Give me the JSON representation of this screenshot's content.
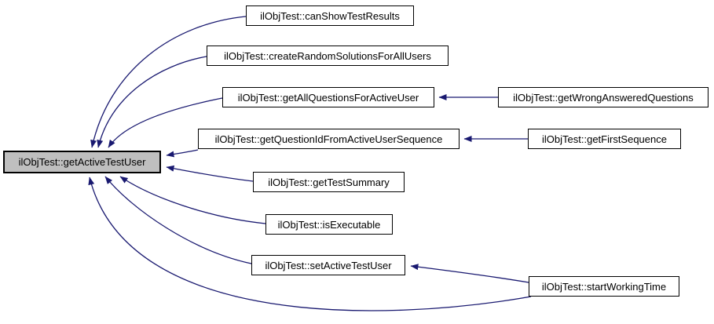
{
  "diagram": {
    "kind": "doxygen-caller-graph",
    "focus_function": "ilObjTest::getActiveTestUser",
    "colors": {
      "edge": "#191970",
      "node_border": "#000000",
      "node_fill": "#ffffff",
      "highlight_fill": "#bfbfbf",
      "text": "#000000",
      "background": "#ffffff"
    },
    "nodes": [
      {
        "id": "getActiveTestUser",
        "label": "ilObjTest::getActiveTestUser",
        "highlighted": true
      },
      {
        "id": "canShowTestResults",
        "label": "ilObjTest::canShowTestResults",
        "highlighted": false
      },
      {
        "id": "createRandomSolutionsForAllUsers",
        "label": "ilObjTest::createRandomSolutionsForAllUsers",
        "highlighted": false
      },
      {
        "id": "getAllQuestionsForActiveUser",
        "label": "ilObjTest::getAllQuestionsForActiveUser",
        "highlighted": false
      },
      {
        "id": "getWrongAnsweredQuestions",
        "label": "ilObjTest::getWrongAnsweredQuestions",
        "highlighted": false
      },
      {
        "id": "getQuestionIdFromActiveUserSequence",
        "label": "ilObjTest::getQuestionIdFromActiveUserSequence",
        "highlighted": false
      },
      {
        "id": "getFirstSequence",
        "label": "ilObjTest::getFirstSequence",
        "highlighted": false
      },
      {
        "id": "getTestSummary",
        "label": "ilObjTest::getTestSummary",
        "highlighted": false
      },
      {
        "id": "isExecutable",
        "label": "ilObjTest::isExecutable",
        "highlighted": false
      },
      {
        "id": "setActiveTestUser",
        "label": "ilObjTest::setActiveTestUser",
        "highlighted": false
      },
      {
        "id": "startWorkingTime",
        "label": "ilObjTest::startWorkingTime",
        "highlighted": false
      }
    ],
    "edges": [
      {
        "from": "canShowTestResults",
        "to": "getActiveTestUser"
      },
      {
        "from": "createRandomSolutionsForAllUsers",
        "to": "getActiveTestUser"
      },
      {
        "from": "getAllQuestionsForActiveUser",
        "to": "getActiveTestUser"
      },
      {
        "from": "getQuestionIdFromActiveUserSequence",
        "to": "getActiveTestUser"
      },
      {
        "from": "getTestSummary",
        "to": "getActiveTestUser"
      },
      {
        "from": "isExecutable",
        "to": "getActiveTestUser"
      },
      {
        "from": "setActiveTestUser",
        "to": "getActiveTestUser"
      },
      {
        "from": "startWorkingTime",
        "to": "getActiveTestUser"
      },
      {
        "from": "getWrongAnsweredQuestions",
        "to": "getAllQuestionsForActiveUser"
      },
      {
        "from": "getFirstSequence",
        "to": "getQuestionIdFromActiveUserSequence"
      },
      {
        "from": "startWorkingTime",
        "to": "setActiveTestUser"
      }
    ]
  }
}
